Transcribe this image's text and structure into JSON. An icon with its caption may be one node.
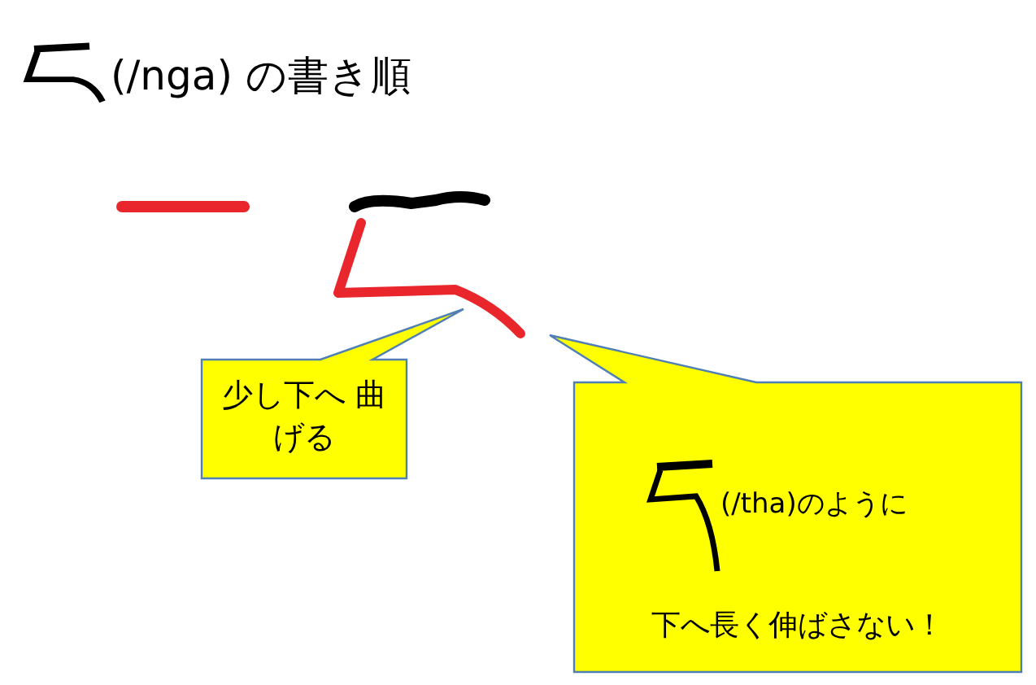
{
  "diagram": {
    "title": "(/nga) の書き順",
    "nodes": [
      {
        "text": [
          "少し下へ 曲げる"
        ]
      },
      {
        "text": [
          "(/tha)のように",
          "下へ長く伸ばさない！"
        ]
      }
    ]
  }
}
